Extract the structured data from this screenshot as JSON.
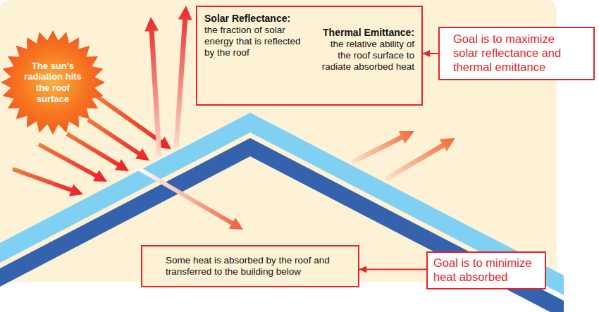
{
  "diagram": {
    "nodes": [
      {
        "text": [
          "The sun's radiation hits the roof surface"
        ]
      },
      {
        "text": [
          "Solar Reflectance:",
          "the fraction of solar energy that is reflected by the roof",
          "Thermal Emittance:",
          "the relative ability of the roof surface to radiate absorbed heat"
        ]
      },
      {
        "text": [
          "Goal is to maximize solar reflectance and thermal emittance"
        ]
      },
      {
        "text": [
          "Some heat is absorbed by the roof and transferred to the building below"
        ]
      },
      {
        "text": [
          "Goal is to minimize heat absorbed"
        ]
      }
    ],
    "edges": [
      {
        "from": 2,
        "to": 1,
        "arrow": "to"
      },
      {
        "from": 4,
        "to": 3,
        "arrow": "to"
      }
    ]
  }
}
